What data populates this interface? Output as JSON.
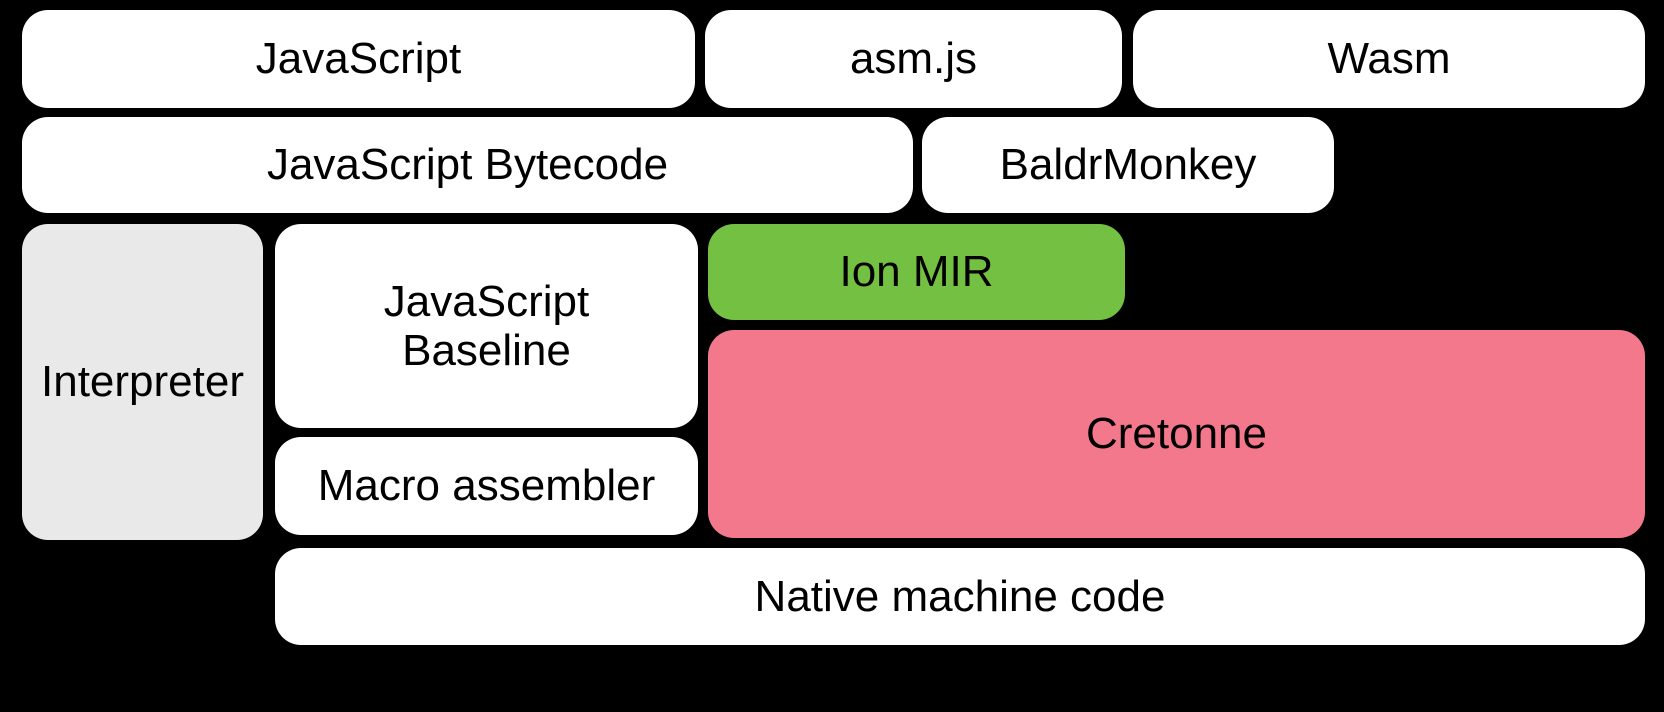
{
  "diagram": {
    "type": "layered-stack-diagram",
    "background_color": "#000000",
    "palette": {
      "white": "#ffffff",
      "grey": "#e9e9e9",
      "green": "#74c043",
      "pink": "#f4788c",
      "text": "#000000"
    },
    "rows": [
      {
        "name": "source-languages",
        "nodes": [
          {
            "id": "javascript",
            "label": "JavaScript",
            "fill": "white"
          },
          {
            "id": "asmjs",
            "label": "asm.js",
            "fill": "white"
          },
          {
            "id": "wasm",
            "label": "Wasm",
            "fill": "white"
          }
        ]
      },
      {
        "name": "front-end-representations",
        "nodes": [
          {
            "id": "js-bytecode",
            "label": "JavaScript Bytecode",
            "fill": "white"
          },
          {
            "id": "baldrmonkey",
            "label": "BaldrMonkey",
            "fill": "white"
          }
        ]
      },
      {
        "name": "execution-tiers",
        "nodes": [
          {
            "id": "interpreter",
            "label": "Interpreter",
            "fill": "grey"
          },
          {
            "id": "js-baseline",
            "label": "JavaScript\nBaseline",
            "fill": "white"
          },
          {
            "id": "macro-assembler",
            "label": "Macro assembler",
            "fill": "white"
          },
          {
            "id": "ion-mir",
            "label": "Ion MIR",
            "fill": "green"
          },
          {
            "id": "cretonne",
            "label": "Cretonne",
            "fill": "pink"
          }
        ]
      },
      {
        "name": "output",
        "nodes": [
          {
            "id": "native-code",
            "label": "Native machine code",
            "fill": "white"
          }
        ]
      }
    ]
  }
}
